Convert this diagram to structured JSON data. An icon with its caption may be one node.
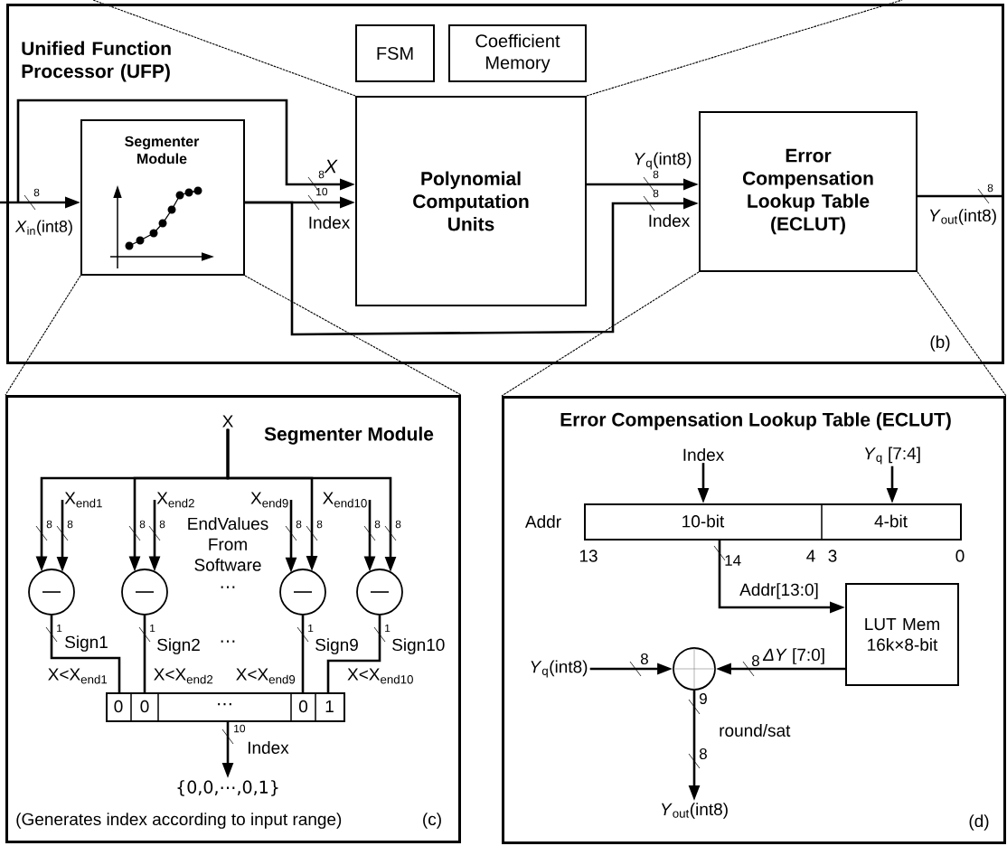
{
  "diagram": {
    "nodes": [
      {
        "text": [
          "Unified Function Processor (UFP)",
          "(b)"
        ]
      },
      {
        "text": [
          "FSM"
        ],
        "in": 0
      },
      {
        "text": [
          "Coefficient Memory"
        ],
        "in": 0
      },
      {
        "text": [
          "Segmenter Module"
        ],
        "in": 0
      },
      {
        "text": [
          "Polynomial Computation Units"
        ],
        "in": 0
      },
      {
        "text": [
          "Error Compensation Lookup Table (ECLUT)"
        ],
        "in": 0
      },
      {
        "text": [
          "Segmenter Module",
          "(Generates index according to input range)",
          "(c)"
        ]
      },
      {
        "text": [
          "X"
        ],
        "in": 6
      },
      {
        "text": [
          "X$_{end1}$"
        ],
        "in": 6
      },
      {
        "text": [
          "X$_{end2}$"
        ],
        "in": 6
      },
      {
        "text": [
          "X$_{end9}$"
        ],
        "in": 6
      },
      {
        "text": [
          "X$_{end10}$"
        ],
        "in": 6
      },
      {
        "text": [],
        "shape": "circle",
        "in": 6
      },
      {
        "text": [],
        "shape": "circle",
        "in": 6
      },
      {
        "text": [],
        "shape": "circle",
        "in": 6
      },
      {
        "text": [],
        "shape": "circle",
        "in": 6
      },
      {
        "text": [
          "0",
          "0",
          "⋯",
          "0",
          "1"
        ],
        "in": 6
      },
      {
        "text": [
          "{0,0,⋯,0,1}"
        ],
        "in": 6
      },
      {
        "text": [
          "Error Compensation Lookup Table (ECLUT)",
          "(d)"
        ]
      },
      {
        "text": [
          "Index"
        ],
        "in": 18
      },
      {
        "text": [
          "*Y*$_{q}$ [7:4]"
        ],
        "in": 18
      },
      {
        "text": [
          "10-bit",
          "4-bit"
        ],
        "beside": [
          "Addr"
        ],
        "in": 18
      },
      {
        "text": [
          "LUT Mem 16k×8-bit"
        ],
        "in": 18
      },
      {
        "text": [
          "*Y*$_{q}$(int8)"
        ],
        "in": 18
      },
      {
        "text": [],
        "shape": "circle",
        "in": 18
      },
      {
        "text": [
          "*Y*$_{out}$(int8)"
        ],
        "in": 18
      }
    ],
    "edges": [
      {
        "from": null,
        "to": 3,
        "arrow": "to",
        "label": "*X*$_{in}$(int8)"
      },
      {
        "from": null,
        "to": 4,
        "arrow": "to",
        "label": "X"
      },
      {
        "from": 3,
        "to": 4,
        "arrow": "to",
        "label": "Index"
      },
      {
        "from": 3,
        "to": 5,
        "arrow": "to",
        "label": "Index"
      },
      {
        "from": 4,
        "to": 5,
        "arrow": "to",
        "label": "*Y*$_{q}$(int8)"
      },
      {
        "from": 5,
        "to": null,
        "arrow": "none",
        "label": "*Y*$_{out}$(int8)"
      },
      {
        "from": 7,
        "to": 12,
        "arrow": "to"
      },
      {
        "from": 7,
        "to": 13,
        "arrow": "to"
      },
      {
        "from": 7,
        "to": 14,
        "arrow": "to"
      },
      {
        "from": 7,
        "to": 15,
        "arrow": "to"
      },
      {
        "from": 8,
        "to": 12,
        "arrow": "to"
      },
      {
        "from": 9,
        "to": 13,
        "arrow": "to"
      },
      {
        "from": 10,
        "to": 14,
        "arrow": "to"
      },
      {
        "from": 11,
        "to": 15,
        "arrow": "to"
      },
      {
        "from": 12,
        "to": 16,
        "arrow": "none",
        "label": "Sign1"
      },
      {
        "from": 13,
        "to": 16,
        "arrow": "none",
        "label": "Sign2"
      },
      {
        "from": 14,
        "to": 16,
        "arrow": "none",
        "label": "Sign9"
      },
      {
        "from": 15,
        "to": 16,
        "arrow": "none",
        "label": "Sign10"
      },
      {
        "from": 16,
        "to": 17,
        "arrow": "to",
        "label": "Index"
      },
      {
        "from": 19,
        "to": 21,
        "arrow": "to"
      },
      {
        "from": 20,
        "to": 21,
        "arrow": "to"
      },
      {
        "from": 21,
        "to": 22,
        "arrow": "to",
        "label": "Addr[13:0]"
      },
      {
        "from": 22,
        "to": 24,
        "arrow": "to",
        "label": "*ΔY* [7:0]"
      },
      {
        "from": 23,
        "to": 24,
        "arrow": "to"
      },
      {
        "from": 24,
        "to": 25,
        "arrow": "to",
        "label": "round/sat"
      },
      {
        "from": 3,
        "to": 6,
        "arrow": "none",
        "style": "dashed"
      },
      {
        "from": 3,
        "to": 6,
        "arrow": "none",
        "style": "dashed"
      },
      {
        "from": 5,
        "to": 18,
        "arrow": "none",
        "style": "dashed"
      },
      {
        "from": 5,
        "to": 18,
        "arrow": "none",
        "style": "dashed"
      },
      {
        "from": 4,
        "to": null,
        "arrow": "none",
        "style": "dashed"
      },
      {
        "from": 4,
        "to": null,
        "arrow": "none",
        "style": "dashed"
      }
    ],
    "labels": [
      "8",
      "8",
      "10",
      "8",
      "8",
      "8",
      "8",
      "8",
      "8",
      "8",
      "8",
      "8",
      "8",
      "8",
      "EndValues From Software",
      "⋯",
      "1",
      "1",
      "1",
      "1",
      "⋯",
      "X<X$_{end1}$",
      "X<X$_{end2}$",
      "X<X$_{end9}$",
      "X<X$_{end10}$",
      "10",
      "13",
      "14",
      "4",
      "3",
      "0",
      "8",
      "8",
      "9",
      "8"
    ]
  }
}
